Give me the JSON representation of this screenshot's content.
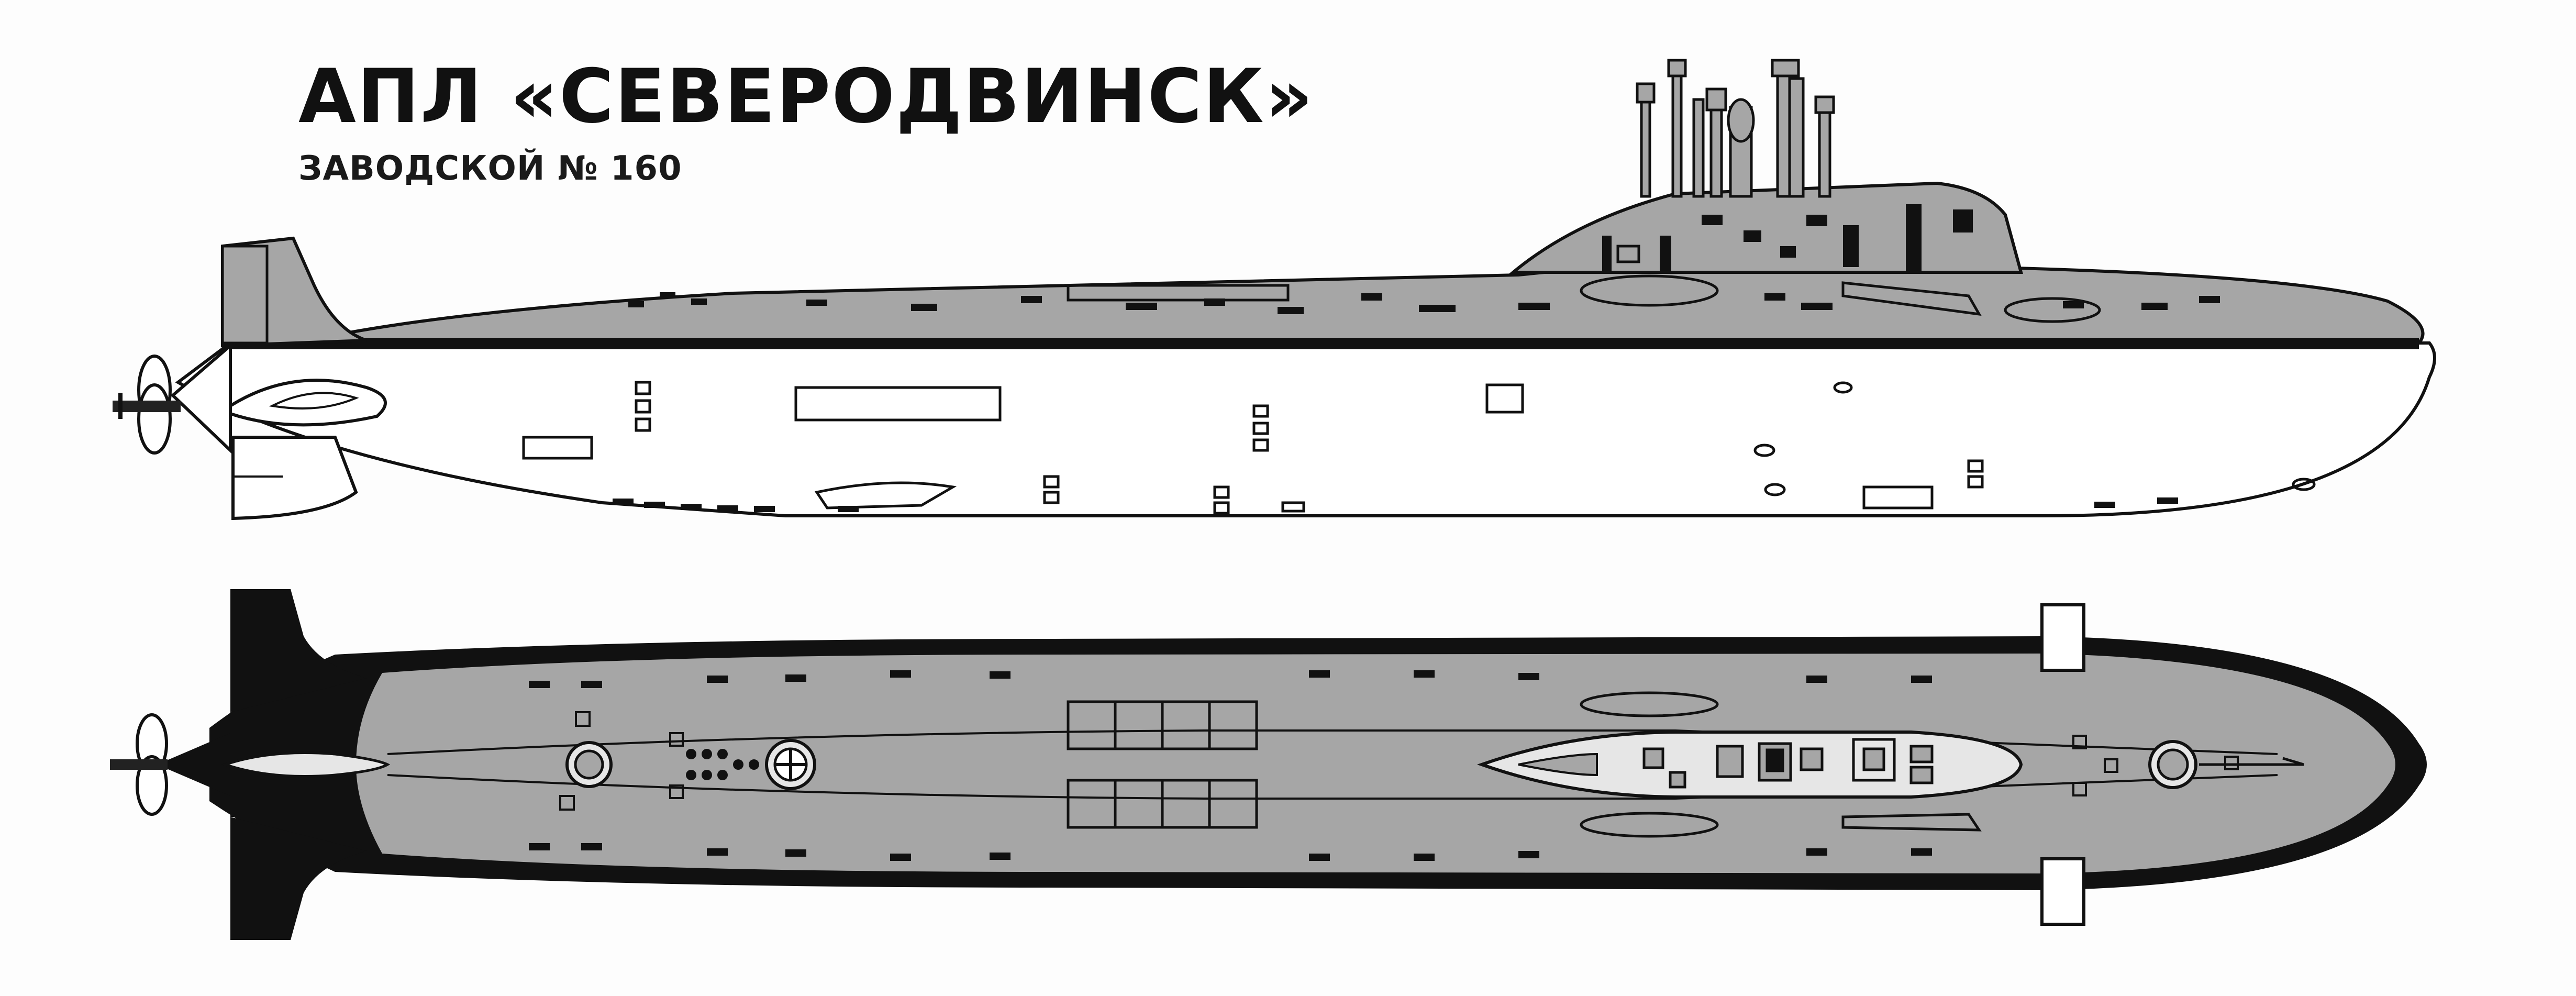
{
  "header": {
    "title": "АПЛ «СЕВЕРОДВИНСК»",
    "subtitle": "ЗАВОДСКОЙ № 160"
  },
  "colors": {
    "hull_fill": "#a6a6a6",
    "outline": "#111111",
    "paper": "#fdfdfd"
  },
  "views": [
    {
      "name": "side-profile"
    },
    {
      "name": "top-plan"
    }
  ]
}
